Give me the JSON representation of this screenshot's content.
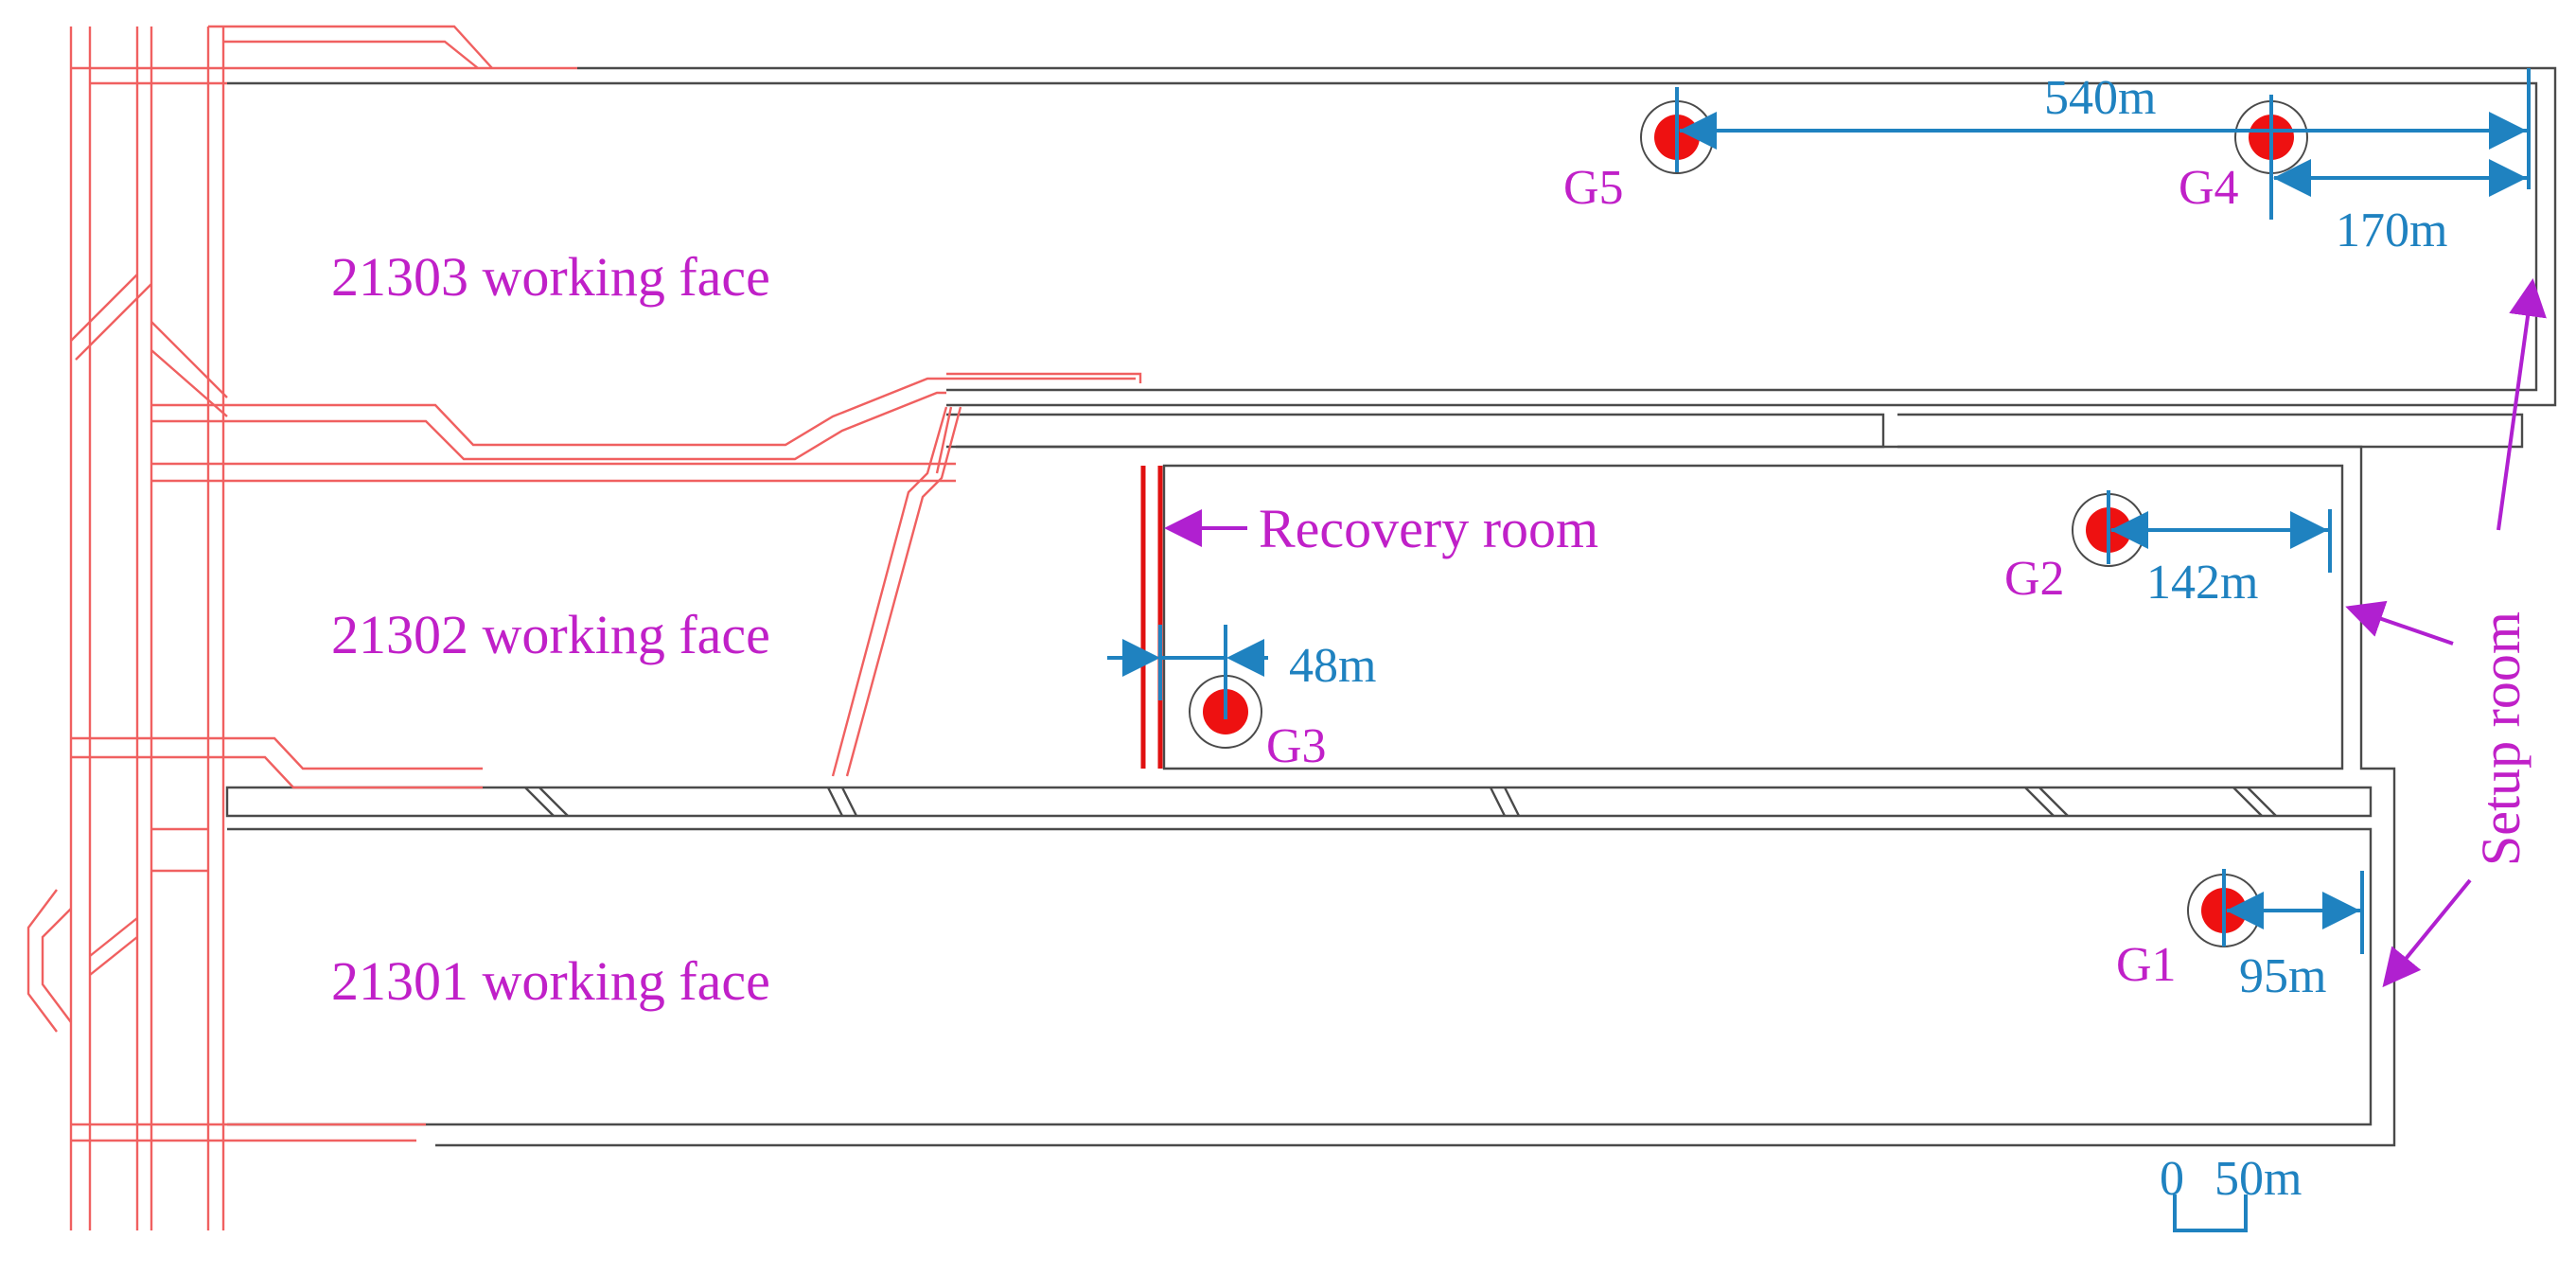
{
  "faces": {
    "f21303": "21303 working face",
    "f21302": "21302 working face",
    "f21301": "21301 working face"
  },
  "rooms": {
    "recovery": "Recovery room",
    "setup": "Setup room"
  },
  "points": {
    "g1": "G1",
    "g2": "G2",
    "g3": "G3",
    "g4": "G4",
    "g5": "G5"
  },
  "distances": {
    "g5": "540m",
    "g4": "170m",
    "g2": "142m",
    "g3": "48m",
    "g1": "95m"
  },
  "scale": {
    "zero": "0",
    "length": "50m"
  },
  "colors": {
    "roadway": "#4a4a4a",
    "old_roadway": "#f06060",
    "recovery_line": "#e01010",
    "measure_point": "#ee1111",
    "dimension": "#1f82c0",
    "label": "#c020c8"
  }
}
